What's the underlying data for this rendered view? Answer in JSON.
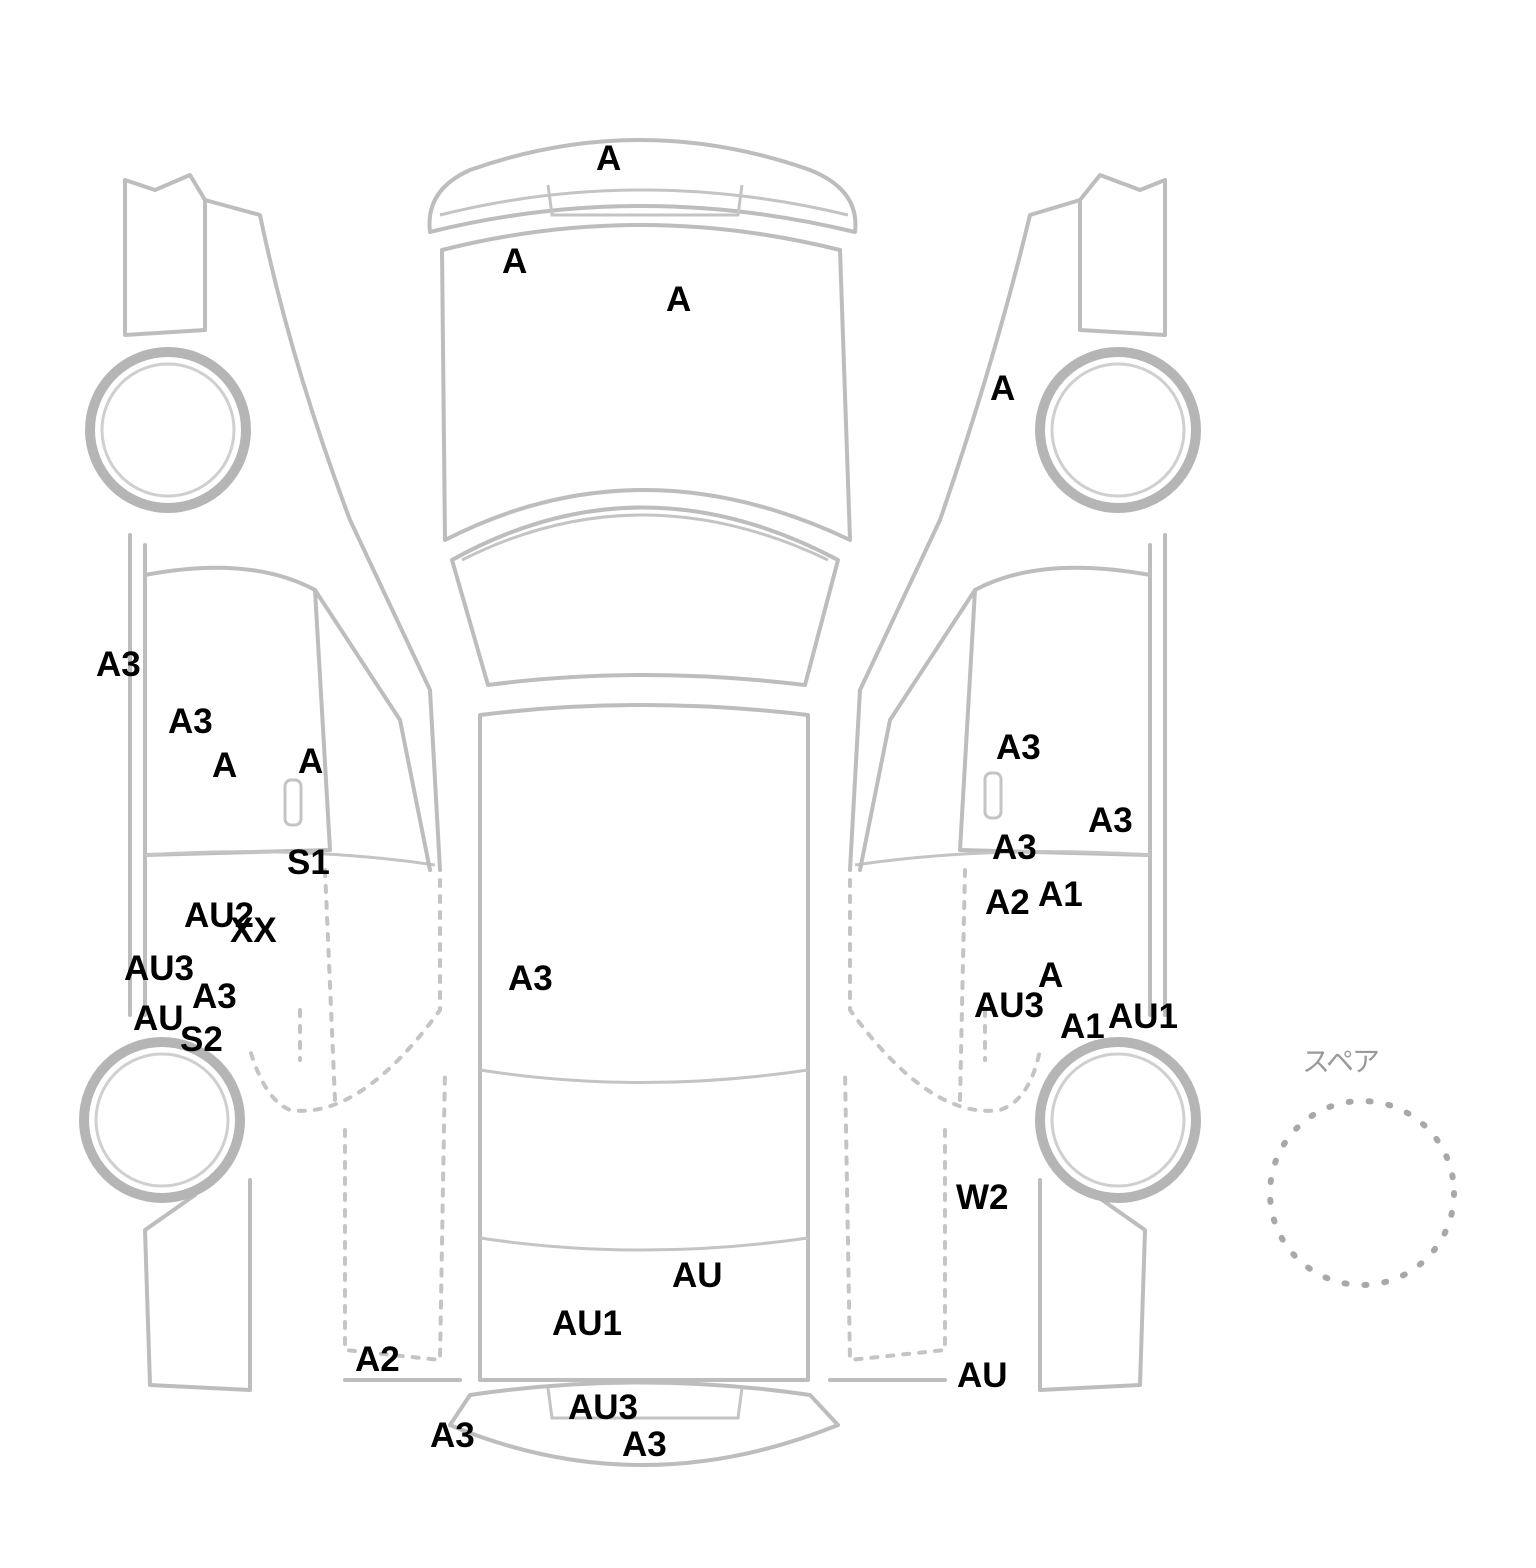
{
  "spare_label": "スペア",
  "codes": {
    "top_1": "A",
    "top_2": "A",
    "top_3": "A",
    "right_fender": "A",
    "left_1": "A3",
    "left_2": "A3",
    "left_3": "A",
    "left_4": "A",
    "left_5": "S1",
    "left_6": "AU2",
    "left_7": "XX",
    "left_8": "AU3",
    "left_9": "A3",
    "left_10": "AU",
    "left_11": "S2",
    "left_12": "A2",
    "center_1": "A3",
    "center_2": "AU",
    "center_3": "AU1",
    "bottom_1": "A3",
    "bottom_2": "AU3",
    "bottom_3": "A3",
    "right_1": "A3",
    "right_2": "A3",
    "right_3": "A3",
    "right_4": "A2",
    "right_5": "A1",
    "right_6": "A",
    "right_7": "AU3",
    "right_8": "A1",
    "right_9": "AU1",
    "right_10": "W2",
    "right_11": "AU"
  }
}
